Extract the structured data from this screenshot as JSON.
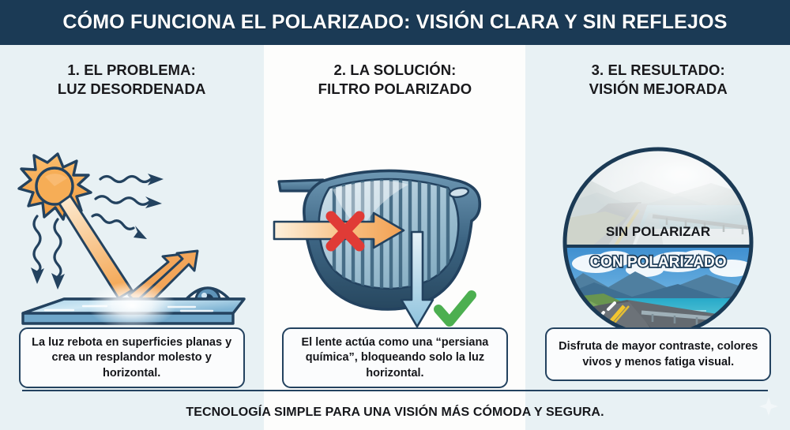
{
  "header": {
    "title": "CÓMO FUNCIONA EL POLARIZADO: VISIÓN CLARA Y SIN REFLEJOS"
  },
  "colors": {
    "header_bar": "#1b3a55",
    "page_background": "#eef4f7",
    "column_side_background": "#e8f1f4",
    "column_middle_background": "#fdfdfc",
    "outline_navy": "#23425f",
    "accent_orange": "#f0a04b",
    "sun_orange": "#f5a council",
    "blocked_red": "#e03b36",
    "allowed_green": "#4caf50",
    "water_blue": "#7fb4d4",
    "caption_fill": "#fbfcfd",
    "title_text": "#19191c"
  },
  "columns": [
    {
      "id": "problema",
      "title": "1. EL PROBLEMA:\nLUZ DESORDENADA",
      "title_line1": "1. EL PROBLEMA:",
      "title_line2": "LUZ DESORDENADA",
      "illustration": "sun-reflecting-off-flat-surface-into-eye",
      "caption": "La luz rebota en superficies planas y crea un resplandor molesto y horizontal."
    },
    {
      "id": "solucion",
      "title": "2. LA SOLUCIÓN:\nFILTRO POLARIZADO",
      "title_line1": "2. LA SOLUCIÓN:",
      "title_line2": "FILTRO POLARIZADO",
      "illustration": "polarized-sunglasses-lens-with-vertical-slats",
      "caption": "El lente actúa como una “persiana química”, bloqueando solo la luz horizontal."
    },
    {
      "id": "resultado",
      "title": "3. EL RESULTADO:\nVISIÓN MEJORADA",
      "title_line1": "3. EL RESULTADO:",
      "title_line2": "VISIÓN MEJORADA",
      "illustration": "circular-road-photo-split-comparison",
      "caption": "Disfruta de mayor contraste, colores vivos y menos fatiga visual."
    }
  ],
  "comparison_photo": {
    "top_label": "SIN POLARIZAR",
    "bottom_label": "CON POLARIZADO",
    "top_description": "washed-out-hazy-road-and-lake",
    "bottom_description": "vivid-blue-lake-and-road"
  },
  "icons": {
    "blocked": "red-x-icon",
    "allowed": "green-check-icon",
    "eye": "eye-icon",
    "sun": "sun-icon"
  },
  "footer": {
    "text": "TECNOLOGÍA SIMPLE PARA UNA VISIÓN MÁS CÓMODA Y SEGURA."
  }
}
